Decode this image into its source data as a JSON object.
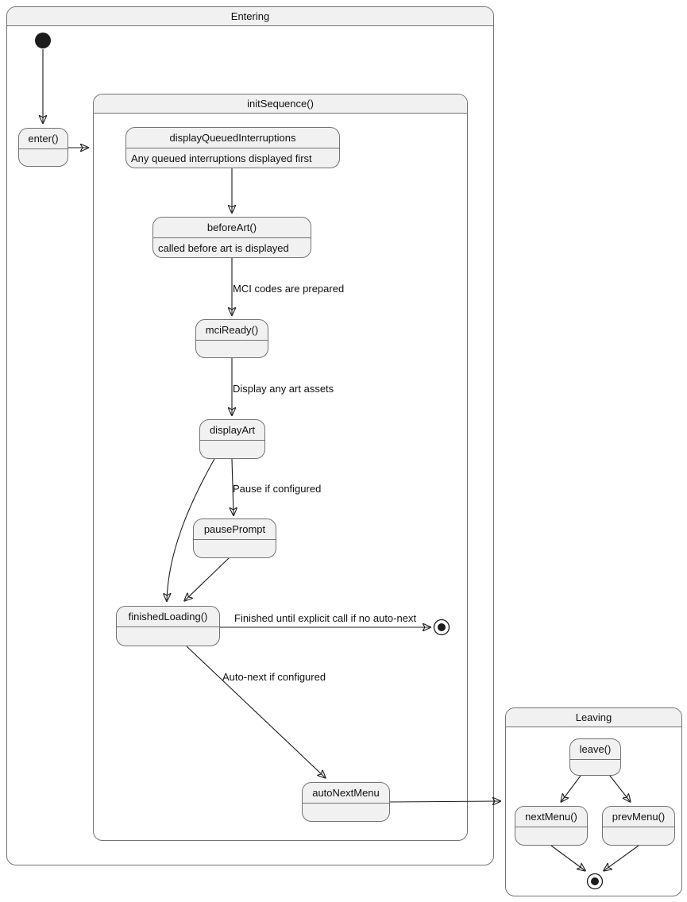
{
  "composites": {
    "entering": {
      "title": "Entering"
    },
    "init_sequence": {
      "title": "initSequence()"
    },
    "leaving": {
      "title": "Leaving"
    }
  },
  "states": {
    "enter": {
      "title": "enter()"
    },
    "display_queued_interruptions": {
      "title": "displayQueuedInterruptions",
      "description": "Any queued interruptions displayed first"
    },
    "before_art": {
      "title": "beforeArt()",
      "description": "called before art is displayed"
    },
    "mci_ready": {
      "title": "mciReady()"
    },
    "display_art": {
      "title": "displayArt"
    },
    "pause_prompt": {
      "title": "pausePrompt"
    },
    "finished_loading": {
      "title": "finishedLoading()"
    },
    "auto_next_menu": {
      "title": "autoNextMenu"
    },
    "leave": {
      "title": "leave()"
    },
    "next_menu": {
      "title": "nextMenu()"
    },
    "prev_menu": {
      "title": "prevMenu()"
    }
  },
  "edge_labels": {
    "mci_codes": "MCI codes are prepared",
    "display_assets": "Display any art assets",
    "pause_if_configured": "Pause if configured",
    "finished_until": "Finished until explicit call if no auto-next",
    "auto_next": "Auto-next if configured"
  },
  "colors": {
    "state_fill": "#f1f1f1",
    "state_border": "#737373",
    "arrow": "#1c1c1c",
    "text": "#111111",
    "background": "#ffffff"
  }
}
